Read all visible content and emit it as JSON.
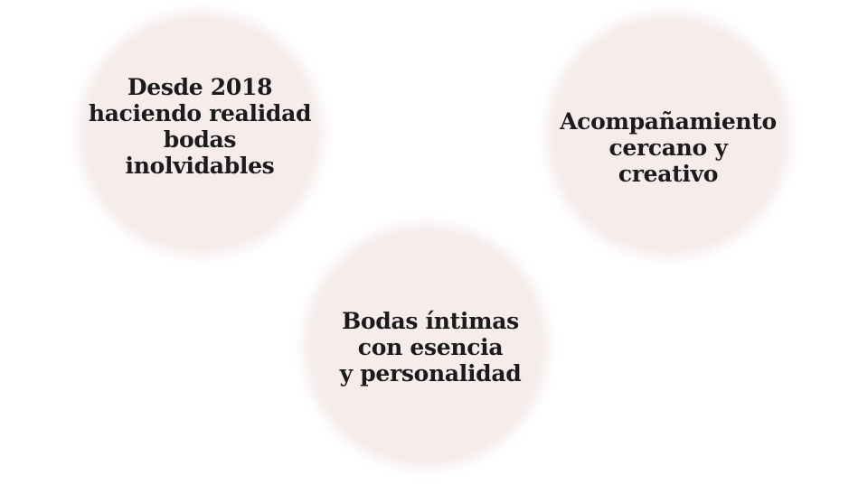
{
  "bubbles": [
    {
      "lines": [
        "Desde 2018",
        "haciendo realidad",
        "bodas",
        "inolvidables"
      ]
    },
    {
      "lines": [
        "Acompañamiento",
        "cercano y",
        "creativo"
      ]
    },
    {
      "lines": [
        "Bodas íntimas",
        "con esencia",
        "y personalidad"
      ]
    }
  ],
  "colors": {
    "background": "#ffffff",
    "bubble_fill": "#f6ecec",
    "text": "#1b1b1b"
  }
}
